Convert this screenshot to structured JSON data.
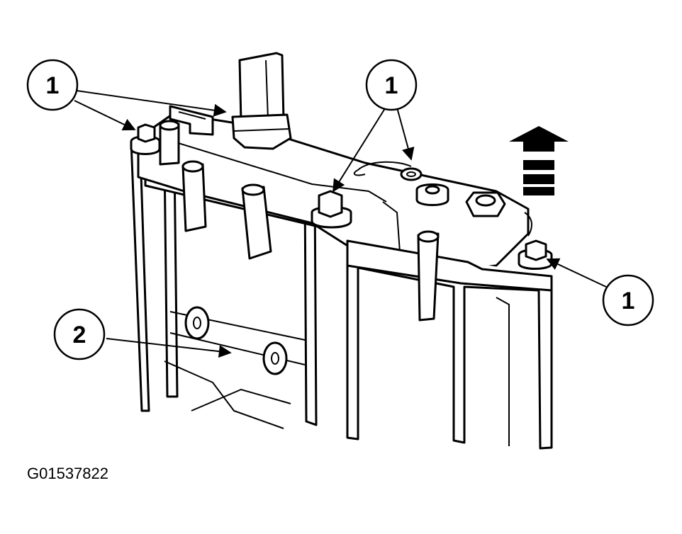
{
  "figure_id": "G01537822",
  "callouts": [
    {
      "id": "callout-1-top-left",
      "label": "1"
    },
    {
      "id": "callout-1-top-center",
      "label": "1"
    },
    {
      "id": "callout-1-right",
      "label": "1"
    },
    {
      "id": "callout-2",
      "label": "2"
    }
  ],
  "colors": {
    "line": "#000000",
    "background": "#ffffff"
  }
}
